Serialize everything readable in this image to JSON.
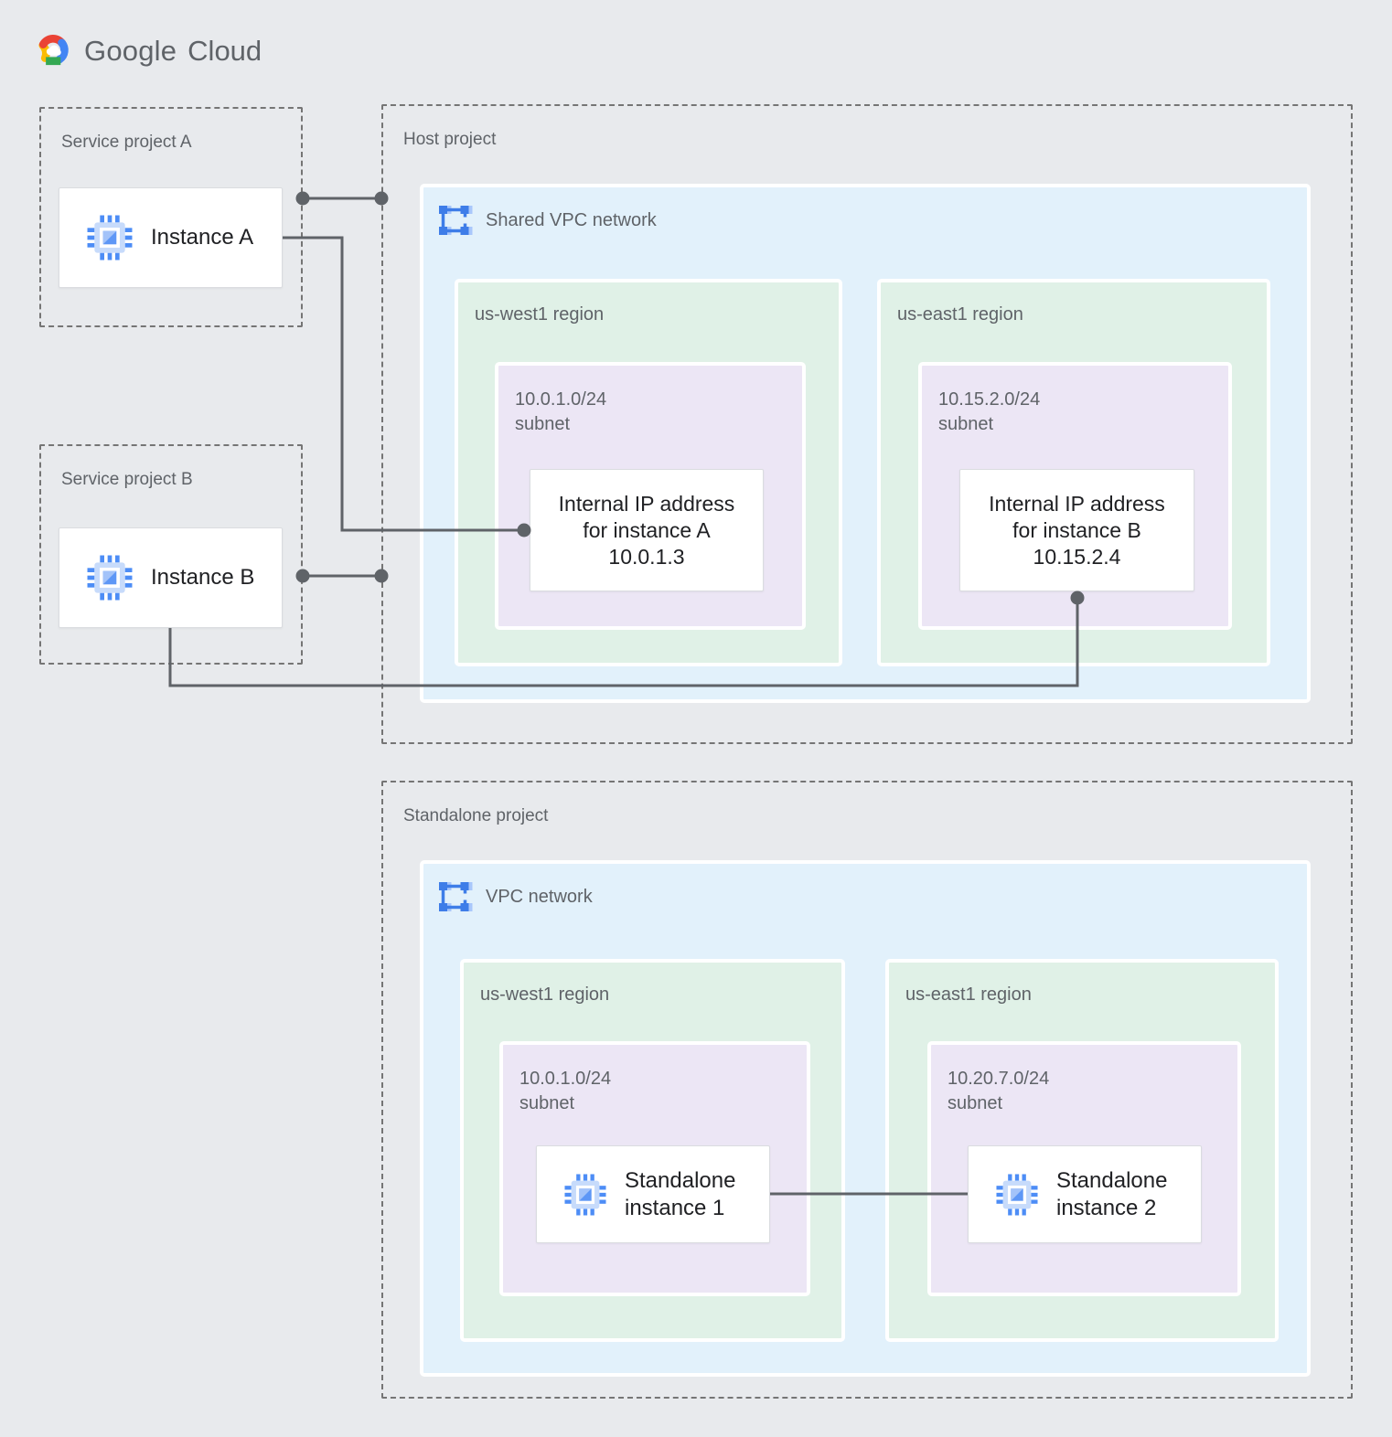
{
  "logo": {
    "brand": "Google",
    "product": "Cloud"
  },
  "palette": {
    "background": "#E8EAED",
    "vpc_blue": "#E2F1FB",
    "region_green": "#E0F1E7",
    "subnet_purple": "#ECE6F5",
    "card_white": "#FFFFFF",
    "connector_gray": "#5F6368",
    "google_blue": "#4285F4",
    "google_red": "#EA4335",
    "google_yellow": "#FBBC04",
    "google_green": "#34A853"
  },
  "icons": {
    "logo": "google-cloud-logo-icon",
    "instance": "compute-instance-icon",
    "network": "vpc-network-icon"
  },
  "service_projects": [
    {
      "title": "Service project A",
      "instance_label": "Instance A"
    },
    {
      "title": "Service project B",
      "instance_label": "Instance B"
    }
  ],
  "host_project": {
    "title": "Host project",
    "network_label": "Shared VPC network",
    "regions": [
      {
        "name": "us-west1 region",
        "cidr": "10.0.1.0/24",
        "subnet_word": "subnet",
        "ip_card": {
          "line1": "Internal IP address",
          "line2": "for instance A",
          "line3": "10.0.1.3"
        }
      },
      {
        "name": "us-east1 region",
        "cidr": "10.15.2.0/24",
        "subnet_word": "subnet",
        "ip_card": {
          "line1": "Internal IP address",
          "line2": "for instance B",
          "line3": "10.15.2.4"
        }
      }
    ]
  },
  "standalone_project": {
    "title": "Standalone project",
    "network_label": "VPC network",
    "regions": [
      {
        "name": "us-west1 region",
        "cidr": "10.0.1.0/24",
        "subnet_word": "subnet",
        "instance": {
          "line1": "Standalone",
          "line2": "instance 1"
        }
      },
      {
        "name": "us-east1 region",
        "cidr": "10.20.7.0/24",
        "subnet_word": "subnet",
        "instance": {
          "line1": "Standalone",
          "line2": "instance 2"
        }
      }
    ]
  }
}
